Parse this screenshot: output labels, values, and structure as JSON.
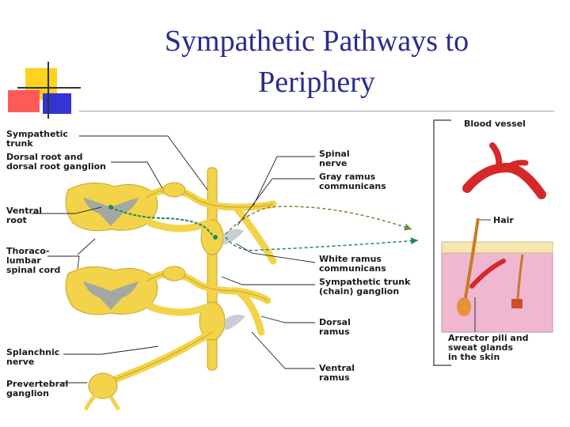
{
  "slide": {
    "title_line1": "Sympathetic Pathways to",
    "title_line2": "Periphery"
  },
  "labels": {
    "sympathetic_trunk": "Sympathetic\ntrunk",
    "dorsal_root": "Dorsal root and\ndorsal root ganglion",
    "ventral_root": "Ventral\nroot",
    "thoracolumbar": "Thoraco-\nlumbar\nspinal cord",
    "splanchnic_nerve": "Splanchnic\nnerve",
    "prevertebral_ganglion": "Prevertebral\nganglion",
    "spinal_nerve": "Spinal\nnerve",
    "gray_ramus": "Gray ramus\ncommunicans",
    "white_ramus": "White ramus\ncommunicans",
    "trunk_ganglion": "Sympathetic trunk\n(chain) ganglion",
    "dorsal_ramus": "Dorsal\nramus",
    "ventral_ramus": "Ventral\nramus",
    "blood_vessel": "Blood vessel",
    "hair": "Hair",
    "arrector": "Arrector pili and\nsweat glands\nin the skin"
  },
  "colors": {
    "title": "#2b2b8f",
    "nerve_yellow": "#f2d34a",
    "nerve_outline": "#c9a32a",
    "gray_matter": "#9aa3ad",
    "fiber_green": "#1f8a5c",
    "vessel_red": "#d62828",
    "skin_pink": "#f0b8d0",
    "deco_yellow": "#ffd21f",
    "deco_red": "#ff3b3b",
    "deco_blue": "#2a2ad0"
  }
}
